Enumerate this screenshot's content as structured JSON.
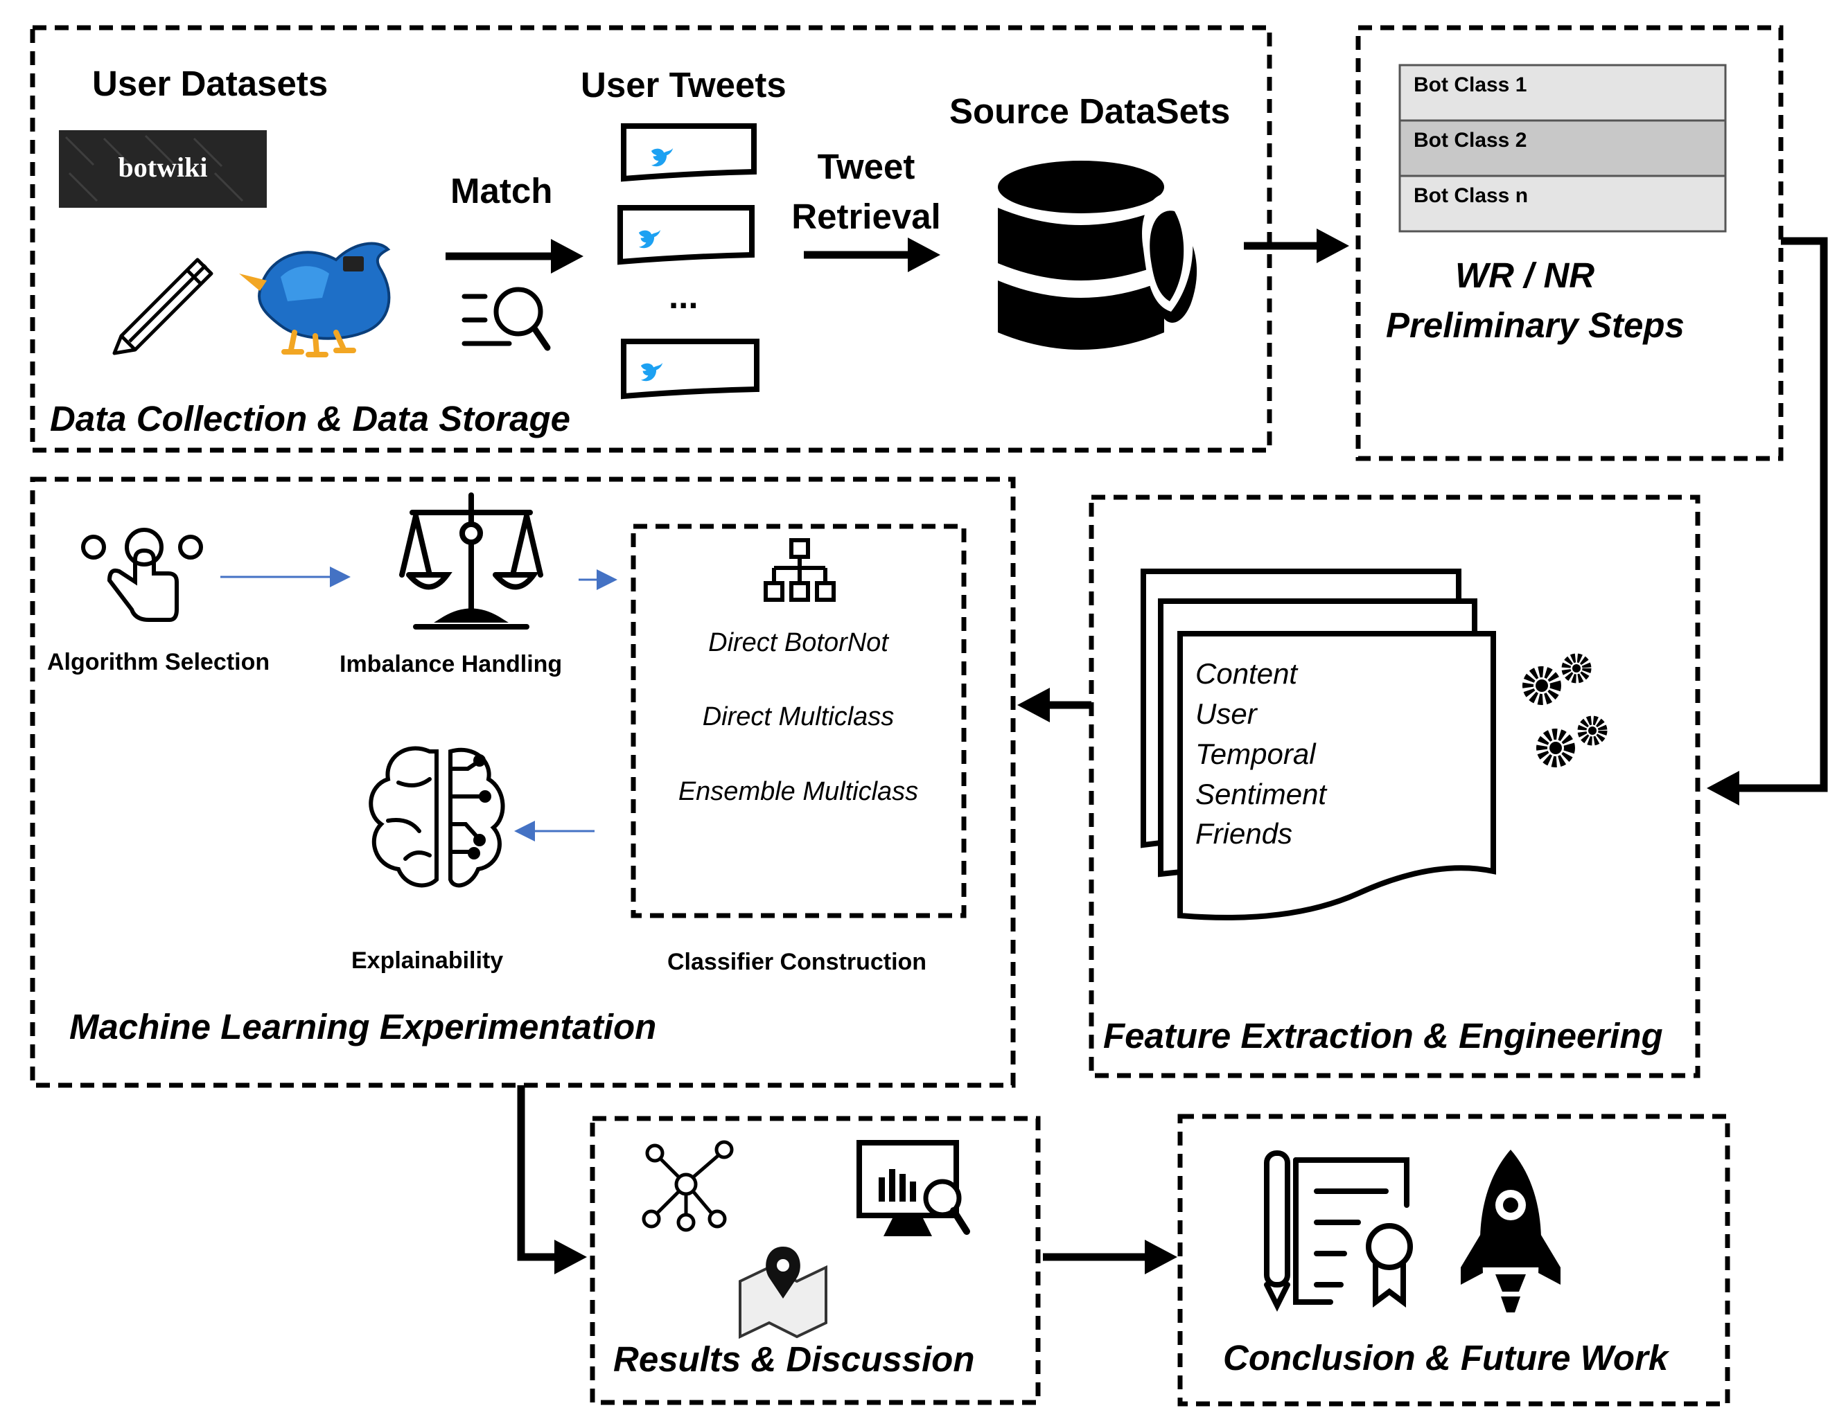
{
  "data_collection": {
    "section_title": "Data Collection & Data Storage",
    "user_datasets": "User Datasets",
    "botwiki_logo": "botwiki",
    "match": "Match",
    "user_tweets": "User Tweets",
    "ellipsis": "...",
    "tweet_retrieval_line1": "Tweet",
    "tweet_retrieval_line2": "Retrieval",
    "source_datasets": "Source DataSets",
    "icons": [
      "pencil-icon",
      "twitter-bird-icon",
      "search-list-icon",
      "tweet-icon",
      "database-icon"
    ]
  },
  "preliminary": {
    "bot_classes": [
      "Bot Class 1",
      "Bot Class 2",
      "Bot Class n"
    ],
    "line1": "WR / NR",
    "line2": "Preliminary Steps"
  },
  "feature": {
    "section_title": "Feature Extraction & Engineering",
    "features": [
      "Content",
      "User",
      "Temporal",
      "Sentiment",
      "Friends"
    ],
    "icons": [
      "documents-icon",
      "gears-icon"
    ]
  },
  "ml": {
    "section_title": "Machine Learning Experimentation",
    "algorithm_selection": "Algorithm Selection",
    "imbalance_handling": "Imbalance Handling",
    "explainability": "Explainability",
    "classifier_construction": "Classifier Construction",
    "classifiers": [
      "Direct BotorNot",
      "Direct Multiclass",
      "Ensemble Multiclass"
    ],
    "icons": [
      "touch-select-icon",
      "balance-scale-icon",
      "hierarchy-icon",
      "brain-circuit-icon"
    ]
  },
  "results": {
    "section_title": "Results & Discussion",
    "icons": [
      "network-icon",
      "monitor-chart-icon",
      "map-pin-icon"
    ]
  },
  "conclusion": {
    "section_title": "Conclusion & Future Work",
    "icons": [
      "certificate-icon",
      "rocket-icon"
    ]
  },
  "colors": {
    "stroke": "#000000",
    "thin_arrow": "#4472C4",
    "twitter_blue": "#1DA1F2",
    "bot_row_light": "#e4e4e4",
    "bot_row_dark": "#c8c8c8"
  }
}
